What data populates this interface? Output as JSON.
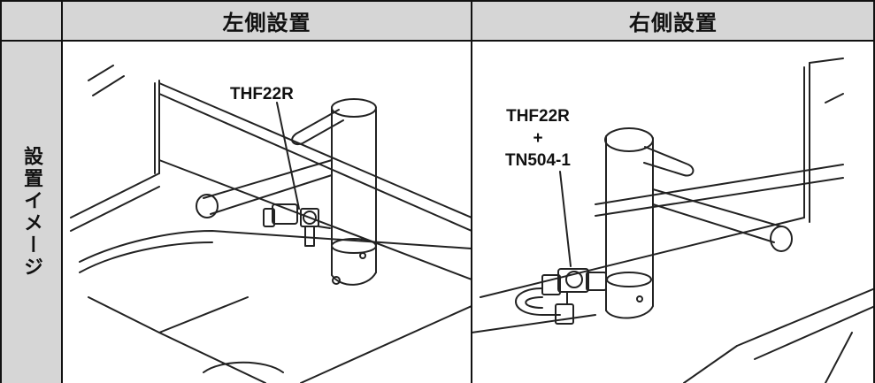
{
  "header": {
    "left_install": "左側設置",
    "right_install": "右側設置"
  },
  "side_label": "設置イメージ",
  "left_panel": {
    "callout": "THF22R"
  },
  "right_panel": {
    "callout_line1": "THF22R",
    "callout_line2": "+",
    "callout_line3": "TN504-1"
  }
}
